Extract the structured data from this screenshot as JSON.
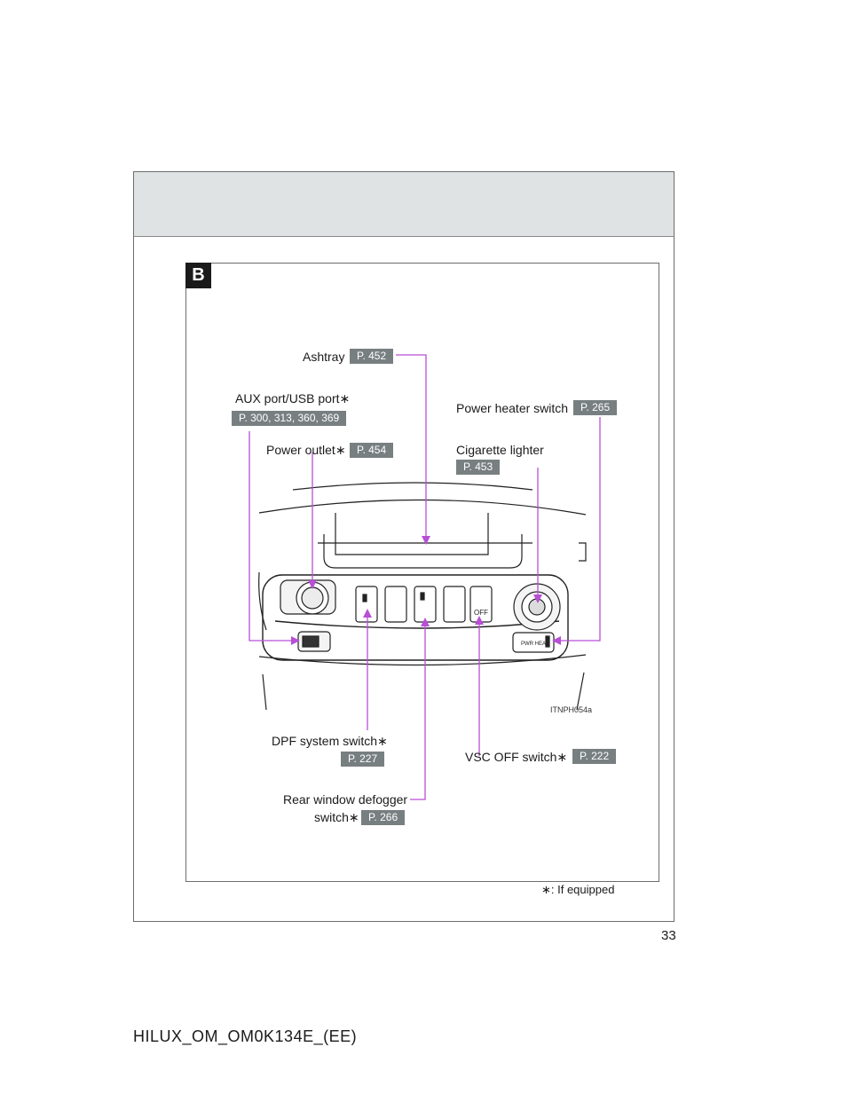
{
  "section": {
    "badge": "B"
  },
  "callouts": {
    "ashtray": {
      "label": "Ashtray",
      "page": "P. 452"
    },
    "aux_usb": {
      "label": "AUX port/USB port∗",
      "page": "P. 300, 313, 360, 369"
    },
    "power_outlet": {
      "label": "Power outlet∗",
      "page": "P. 454"
    },
    "power_heater": {
      "label": "Power heater switch",
      "page": "P. 265"
    },
    "cigarette_lighter": {
      "label": "Cigarette lighter",
      "page": "P. 453"
    },
    "dpf": {
      "label": "DPF system switch∗",
      "page": "P. 227"
    },
    "vsc_off": {
      "label": "VSC OFF switch∗",
      "page": "P. 222"
    },
    "rear_defogger": {
      "line1": "Rear window defogger",
      "line2": "switch∗",
      "page": "P. 266"
    }
  },
  "illustration": {
    "ref_code": "ITNPH054a",
    "vsc_text": "OFF",
    "heater_text": "PWR HEAT"
  },
  "footnote": "∗: If equipped",
  "page_number": "33",
  "doc_code": "HILUX_OM_OM0K134E_(EE)",
  "colors": {
    "leader": "#b84fd6",
    "page_badge": "#787f80",
    "header_band": "#dfe3e4"
  }
}
